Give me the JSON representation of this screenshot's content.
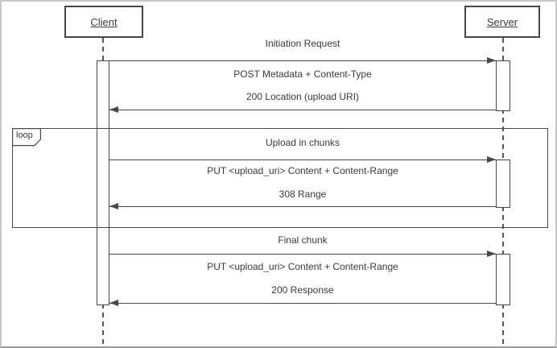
{
  "colors": {
    "line": "#474747",
    "text": "#3a3a3a",
    "background": "#ffffff",
    "page_border": "#c6c6c6"
  },
  "diagram": {
    "type": "uml-sequence",
    "actors": [
      {
        "label": "Client"
      },
      {
        "label": "Server"
      }
    ],
    "fragment": {
      "label": "loop"
    },
    "sections": [
      {
        "title": "Initiation Request",
        "request": "POST Metadata + Content-Type",
        "response": "200 Location (upload URI)"
      },
      {
        "title": "Upload in chunks",
        "request": "PUT <upload_uri> Content + Content-Range",
        "response": "308 Range"
      },
      {
        "title": "Final chunk",
        "request": "PUT <upload_uri> Content + Content-Range",
        "response": "200 Response"
      }
    ]
  }
}
